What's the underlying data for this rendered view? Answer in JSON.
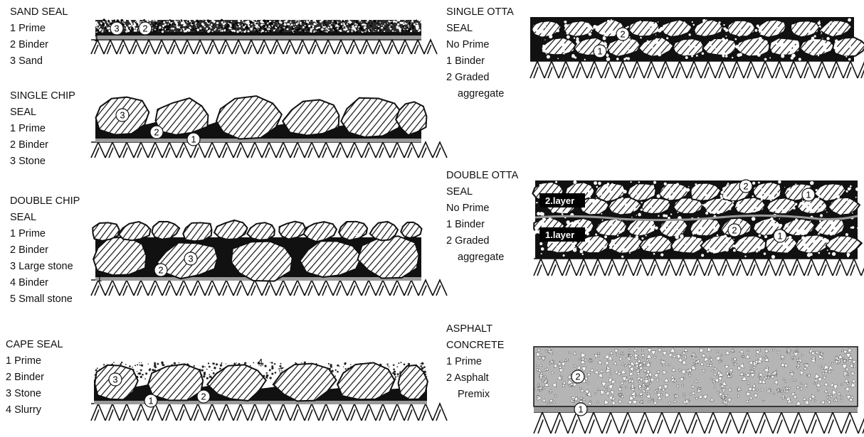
{
  "panels": {
    "sand_seal": {
      "title": [
        "SAND SEAL"
      ],
      "items": [
        "1 Prime",
        "2 Binder",
        "3 Sand"
      ],
      "markers": [
        "1",
        "2",
        "3"
      ]
    },
    "single_chip_seal": {
      "title": [
        "SINGLE CHIP",
        "SEAL"
      ],
      "items": [
        "1 Prime",
        "2 Binder",
        "3 Stone"
      ],
      "markers": [
        "1",
        "2",
        "3"
      ]
    },
    "double_chip_seal": {
      "title": [
        "DOUBLE CHIP",
        "SEAL"
      ],
      "items": [
        "1 Prime",
        "2 Binder",
        "3 Large stone",
        "4 Binder",
        "5 Small stone"
      ],
      "markers": [
        "1",
        "2",
        "3",
        "5"
      ]
    },
    "cape_seal": {
      "title": [
        "CAPE SEAL"
      ],
      "items": [
        "1 Prime",
        "2 Binder",
        "3 Stone",
        "4 Slurry"
      ],
      "markers": [
        "1",
        "2",
        "3",
        "4"
      ]
    },
    "single_otta_seal": {
      "title": [
        "SINGLE OTTA",
        "SEAL"
      ],
      "items": [
        "No Prime",
        "1 Binder",
        "2 Graded",
        "aggregate"
      ],
      "markers": [
        "1",
        "2"
      ]
    },
    "double_otta_seal": {
      "title": [
        "DOUBLE OTTA",
        "SEAL"
      ],
      "items": [
        "No Prime",
        "1 Binder",
        "2 Graded",
        "aggregate"
      ],
      "markers": [
        "1",
        "2"
      ],
      "layer_tags": [
        "2.layer",
        "1.layer"
      ]
    },
    "asphalt_concrete": {
      "title": [
        "ASPHALT",
        "CONCRETE"
      ],
      "items": [
        "1 Prime",
        "2 Asphalt",
        "Premix"
      ],
      "markers": [
        "1",
        "2"
      ]
    }
  },
  "colors": {
    "ink": "#111111",
    "prime_gray": "#9a9a9a",
    "premix_gray": "#b5b5b5"
  }
}
